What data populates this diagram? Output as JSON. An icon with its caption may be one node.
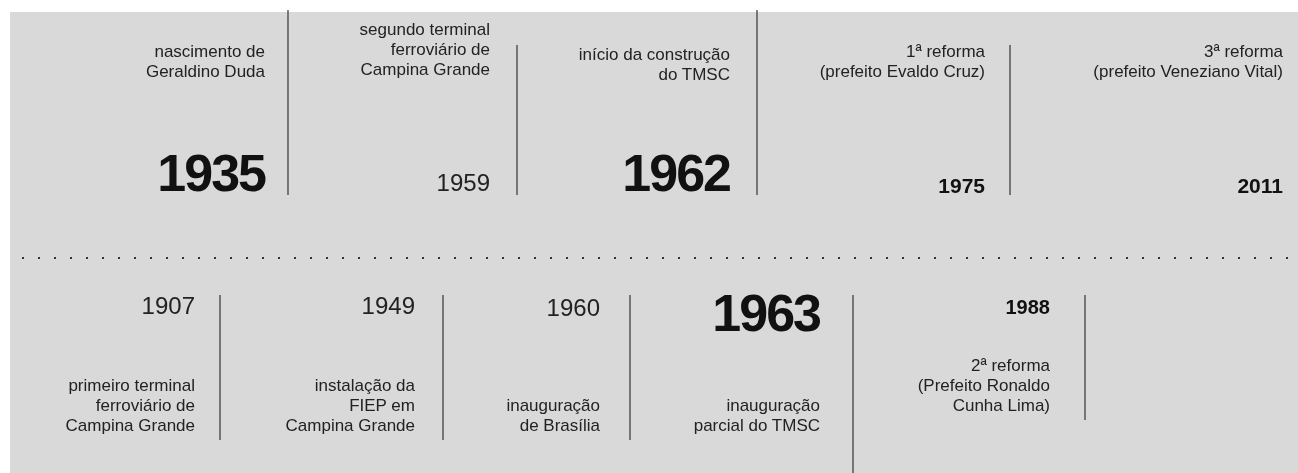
{
  "diagram": {
    "nodes": [
      {
        "text": [
          "nascimento de Geraldino Duda",
          "1935"
        ]
      },
      {
        "text": [
          "segundo terminal ferroviário de Campina Grande",
          "1959"
        ]
      },
      {
        "text": [
          "início da construção do TMSC",
          "1962"
        ]
      },
      {
        "text": [
          "1ª reforma (prefeito Evaldo Cruz)",
          "1975"
        ]
      },
      {
        "text": [
          "3ª reforma (prefeito Veneziano Vital)",
          "2011"
        ]
      },
      {
        "text": [
          "1907",
          "primeiro terminal ferroviário de Campina Grande"
        ]
      },
      {
        "text": [
          "1949",
          "instalação da FIEP em Campina Grande"
        ]
      },
      {
        "text": [
          "1960",
          "inauguração de Brasília"
        ]
      },
      {
        "text": [
          "1963",
          "inauguração parcial do TMSC"
        ]
      },
      {
        "text": [
          "1988",
          "2ª reforma (Prefeito Ronaldo Cunha Lima)"
        ]
      }
    ]
  }
}
